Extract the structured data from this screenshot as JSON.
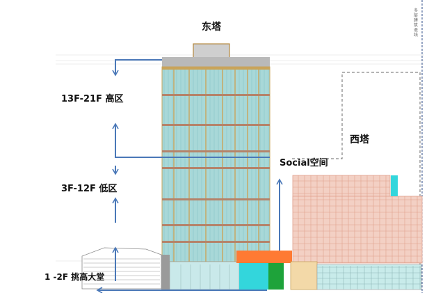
{
  "labels": {
    "east_tower": "东塔",
    "west_tower": "西塔",
    "high_zone": "13F-21F 高区",
    "low_zone": "3F-12F 低区",
    "social_space": "Social空间",
    "lobby": "1 -2F 挑高大堂",
    "vertical_note": "多层建筑退线"
  },
  "colors": {
    "glass": "#a8d8d8",
    "glass_stripe": "#7fc2c4",
    "mullion": "#c9a45a",
    "floor_band": "#b5836a",
    "west_facade": "#f3d0c4",
    "west_grid": "#e0a08c",
    "arrow_blue": "#4a78b8",
    "social_orange": "#ff7a33",
    "cyan_panel": "#33d6dc",
    "green_panel": "#1ea33a",
    "tan_panel": "#f3d9a8",
    "dashed_outline": "#6a6a6a"
  }
}
